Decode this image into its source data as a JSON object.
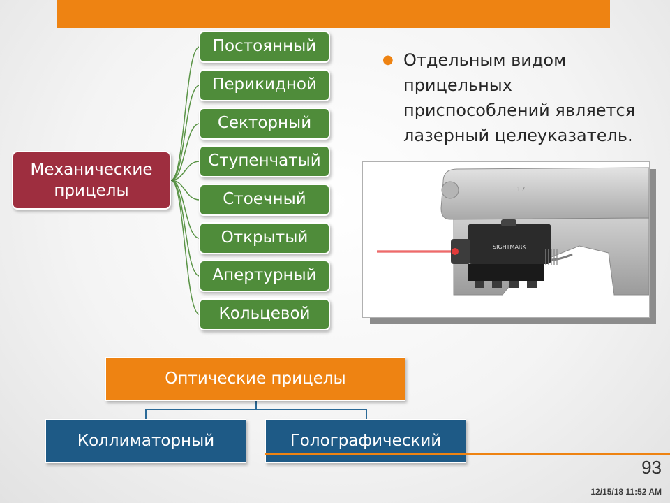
{
  "mechanical": {
    "root_label": "Механические прицелы",
    "types": [
      "Постоянный",
      "Перикидной",
      "Секторный",
      "Ступенчатый",
      "Стоечный",
      "Открытый",
      "Апертурный",
      "Кольцевой"
    ]
  },
  "bullet_text": "Отдельным видом прицельных приспособлений является лазерный целеуказатель.",
  "optical": {
    "root_label": "Оптические прицелы",
    "types": [
      "Коллиматорный",
      "Голографический"
    ]
  },
  "photo": {
    "engraving_model": "17",
    "engraving_brand": "SIGHTMARK"
  },
  "slide_number": "93",
  "timestamp": "12/15/18 11:52 AM",
  "colors": {
    "accent_orange": "#ee8312",
    "root_red": "#9e2e3f",
    "leaf_green": "#4f8c3a",
    "optic_blue": "#1e5a86"
  }
}
